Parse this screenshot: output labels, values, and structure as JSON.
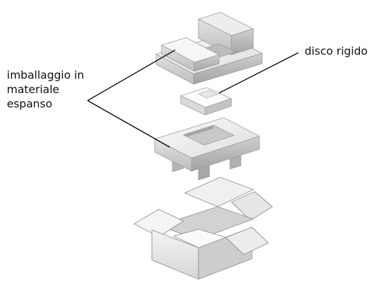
{
  "labels": {
    "foam": {
      "lines": [
        "imballaggio in",
        "materiale",
        "espanso"
      ]
    },
    "disk": "disco rigido"
  },
  "parts": [
    "foam-top",
    "hard-drive",
    "foam-bottom",
    "shipping-box"
  ],
  "colors": {
    "foam_light": "#f2f2f2",
    "foam_mid": "#d4d4d4",
    "foam_dark": "#a9a9a9",
    "outline": "#8c8c8c",
    "leader": "#000000"
  }
}
